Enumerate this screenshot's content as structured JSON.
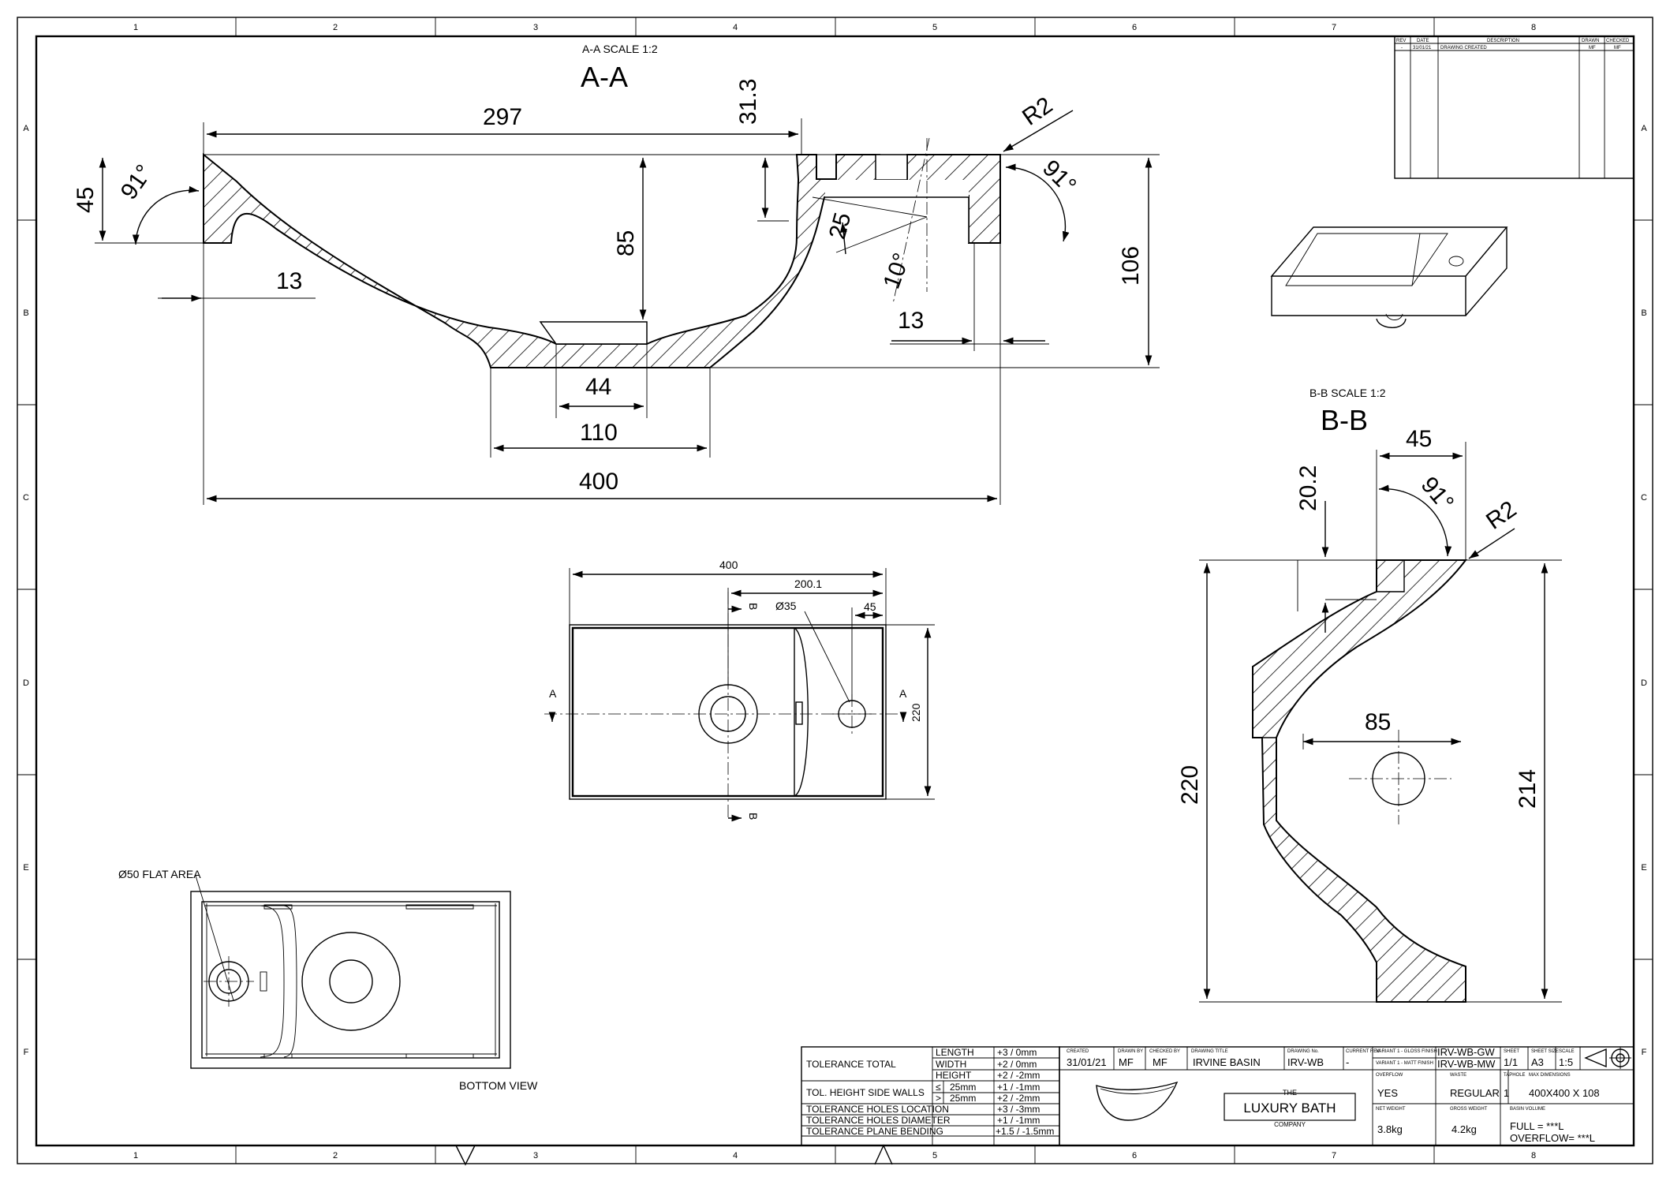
{
  "frame": {
    "columns": [
      "1",
      "2",
      "3",
      "4",
      "5",
      "6",
      "7",
      "8"
    ],
    "rows": [
      "A",
      "B",
      "C",
      "D",
      "E",
      "F"
    ]
  },
  "revision_table": {
    "headers": [
      "REV",
      "DATE",
      "DESCRIPTION",
      "DRAWN",
      "CHECKED"
    ],
    "row": [
      "-",
      "31/01/21",
      "DRAWING CREATED",
      "MF",
      "MF"
    ]
  },
  "section_aa": {
    "scale_label": "A-A SCALE 1:2",
    "title": "A-A",
    "dims": {
      "d297": "297",
      "d31_3": "31.3",
      "r2": "R2",
      "d45": "45",
      "a91_left": "91°",
      "a91_right": "91°",
      "d85": "85",
      "d25": "25",
      "d10": "10°",
      "d106": "106",
      "d13_left": "13",
      "d13_right": "13",
      "d44": "44",
      "d110": "110",
      "d400": "400"
    }
  },
  "section_bb": {
    "scale_label": "B-B SCALE 1:2",
    "title": "B-B",
    "dims": {
      "d45": "45",
      "d20_2": "20.2",
      "a91": "91°",
      "r2": "R2",
      "d85": "85",
      "d220": "220",
      "d214": "214"
    }
  },
  "top_view": {
    "dims": {
      "d400": "400",
      "d200_1": "200.1",
      "d35": "Ø35",
      "d45": "45",
      "d220": "220"
    },
    "section_markers": {
      "a": "A",
      "b": "B"
    }
  },
  "bottom_view": {
    "flat_area_label": "Ø50 FLAT AREA",
    "caption": "BOTTOM VIEW"
  },
  "tolerance_table": {
    "total_label": "TOLERANCE TOTAL",
    "total_rows": [
      {
        "name": "LENGTH",
        "value": "+3 / 0mm"
      },
      {
        "name": "WIDTH",
        "value": "+2 / 0mm"
      },
      {
        "name": "HEIGHT",
        "value": "+2 / -2mm"
      }
    ],
    "side_walls_label": "TOL. HEIGHT SIDE WALLS",
    "side_walls_rows": [
      {
        "cmp": "≤",
        "size": "25mm",
        "value": "+1 / -1mm"
      },
      {
        "cmp": ">",
        "size": "25mm",
        "value": "+2 / -2mm"
      }
    ],
    "other_rows": [
      {
        "name": "TOLERANCE HOLES LOCATION",
        "value": "+3 / -3mm"
      },
      {
        "name": "TOLERANCE HOLES DIAMETER",
        "value": "+1 / -1mm"
      },
      {
        "name": "TOLERANCE PLANE BENDING",
        "value": "+1.5 / -1.5mm"
      }
    ]
  },
  "title_block": {
    "created_label": "CREATED",
    "created": "31/01/21",
    "drawn_label": "DRAWN BY",
    "drawn": "MF",
    "checked_label": "CHECKED BY",
    "checked": "MF",
    "title_label": "DRAWING TITLE",
    "title": "IRVINE BASIN",
    "number_label": "DRAWING No.",
    "number": "IRV-WB",
    "current_rev_label": "CURRENT REV.",
    "current_rev": "-",
    "variant1_label": "VARIANT 1 - GLOSS FINISH",
    "variant1": "IRV-WB-GW",
    "variant2_label": "VARIANT 1 - MATT FINISH",
    "variant2": "IRV-WB-MW",
    "sheet_label": "SHEET",
    "sheet": "1/1",
    "sheet_size_label": "SHEET SIZE",
    "sheet_size": "A3",
    "scale_label": "SCALE",
    "scale": "1:5",
    "overflow_label": "OVERFLOW",
    "overflow": "YES",
    "waste_label": "WASTE",
    "waste": "REGULAR",
    "tapholes_label": "TAPHOLE",
    "tapholes": "1",
    "dimensions_label": "MAX DIMENSIONS",
    "dimensions": "400X400 X 108",
    "net_weight_label": "NET WEIGHT",
    "net_weight": "3.8kg",
    "gross_weight_label": "GROSS WEIGHT",
    "gross_weight": "4.2kg",
    "volume_label": "BASIN VOLUME",
    "volume_full": "FULL = ***L",
    "volume_overflow": "OVERFLOW= ***L",
    "logo_the": "THE",
    "logo_main": "LUXURY BATH",
    "logo_company": "COMPANY"
  }
}
